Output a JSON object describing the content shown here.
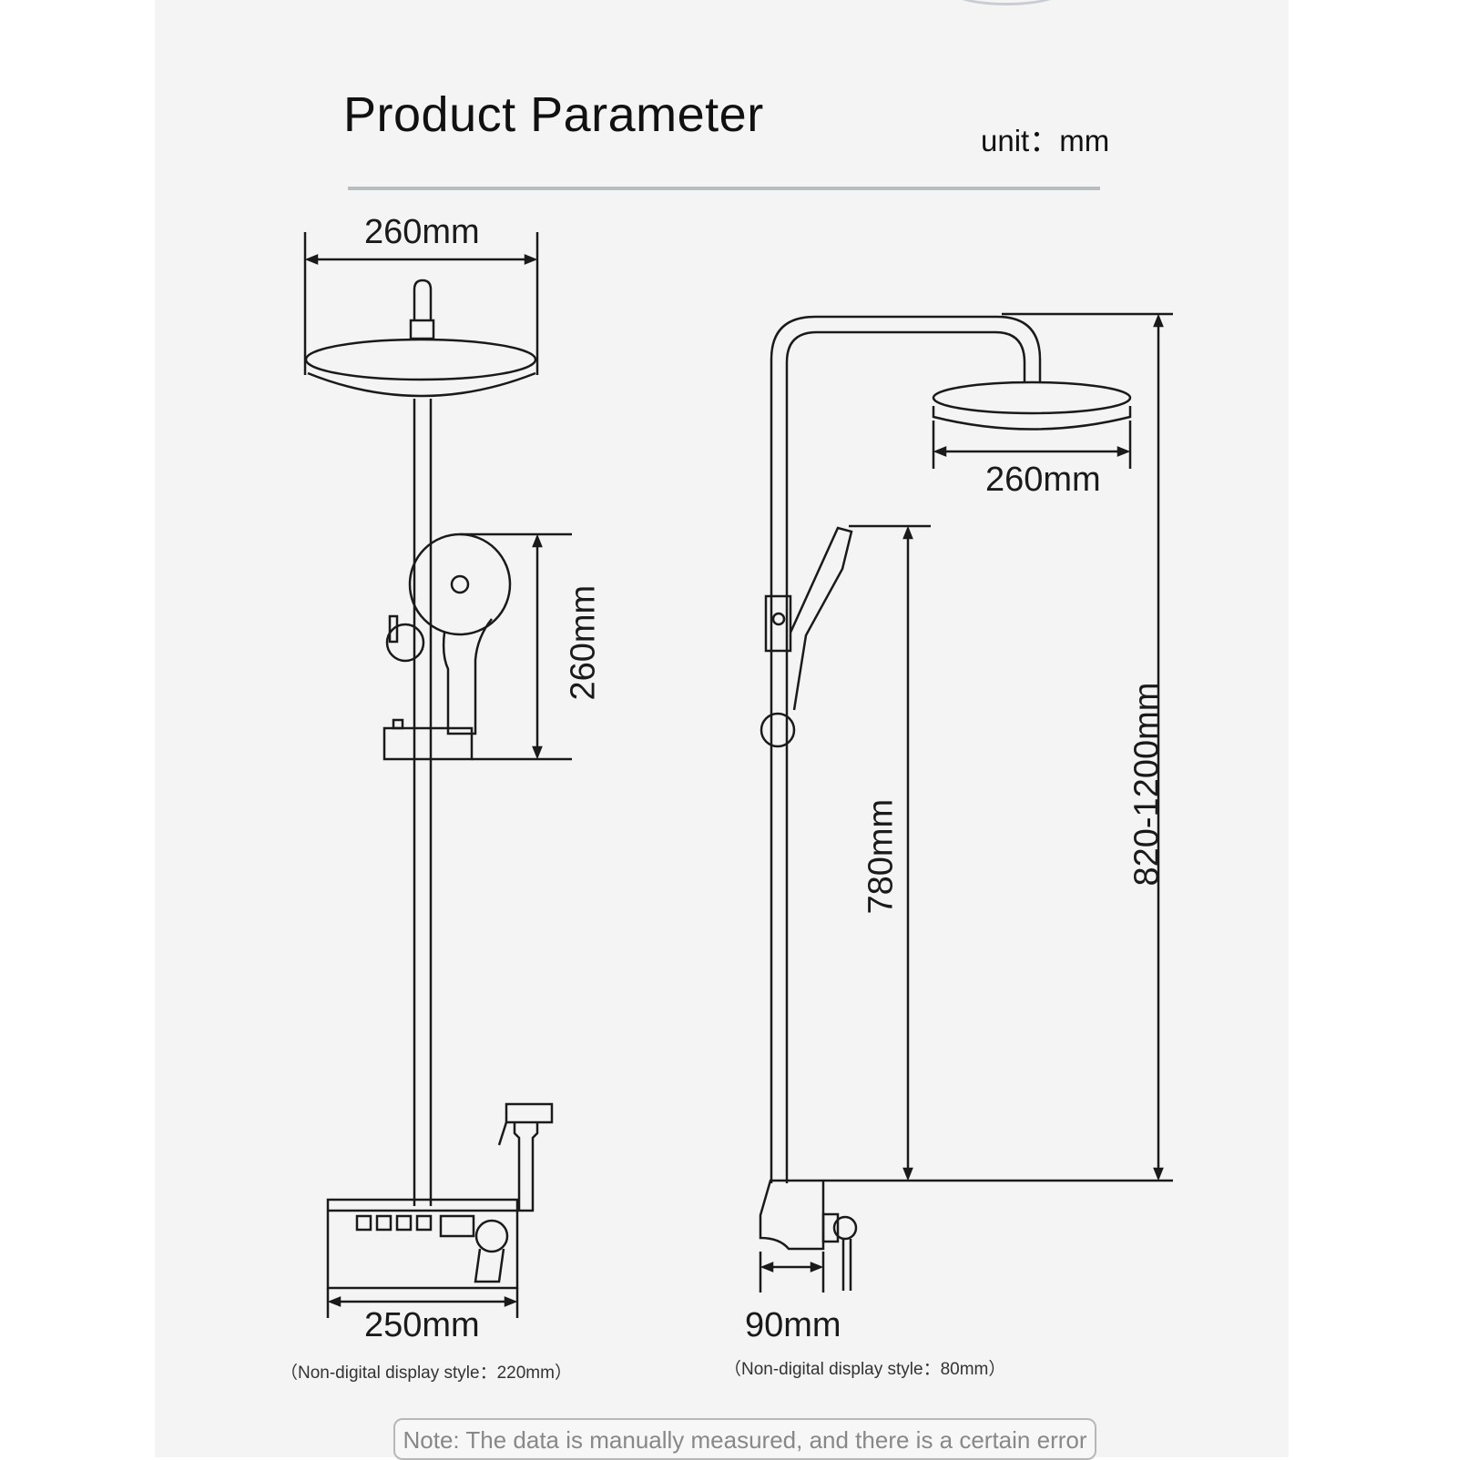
{
  "header": {
    "title": "Product Parameter",
    "unit": "unit：mm"
  },
  "front_view": {
    "top_width": "260mm",
    "handheld_height": "260mm",
    "base_width": "250mm",
    "base_note": "（Non-digital display style：220mm）"
  },
  "side_view": {
    "head_width": "260mm",
    "rail_height": "780mm",
    "total_height": "820-1200mm",
    "depth": "90mm",
    "depth_note": "（Non-digital display style：80mm）"
  },
  "footer": {
    "note": "Note: The data is manually measured, and there is a certain error"
  },
  "colors": {
    "line": "#1a1a1a",
    "panel": "#f4f4f4",
    "rule": "#b9bdc2"
  }
}
